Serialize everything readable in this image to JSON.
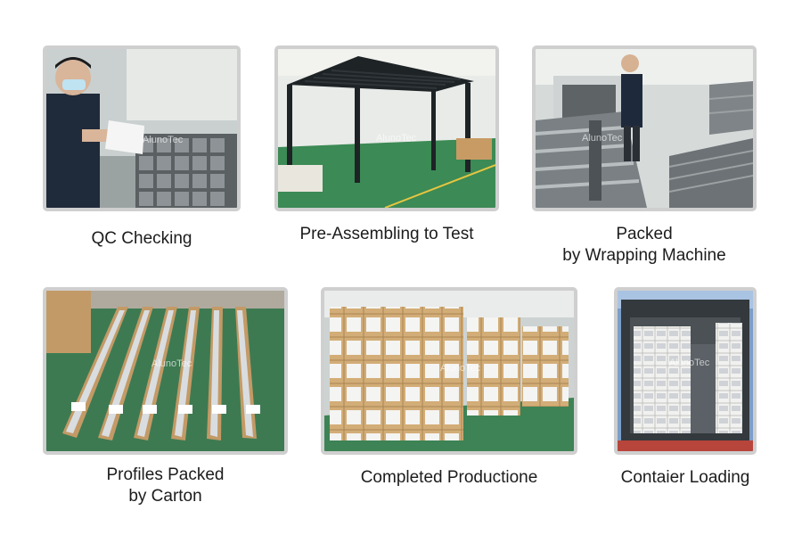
{
  "watermark": "AlunoTec",
  "photos": [
    {
      "id": "qc",
      "lines": [
        "QC Checking"
      ]
    },
    {
      "id": "preassembly",
      "lines": [
        "Pre-Assembling to Test"
      ]
    },
    {
      "id": "wrapping",
      "lines": [
        "Packed",
        "by Wrapping Machine"
      ]
    },
    {
      "id": "carton",
      "lines": [
        "Profiles Packed",
        "by Carton"
      ]
    },
    {
      "id": "completed",
      "lines": [
        "Completed Productione"
      ]
    },
    {
      "id": "container",
      "lines": [
        "Contaier Loading"
      ]
    }
  ]
}
